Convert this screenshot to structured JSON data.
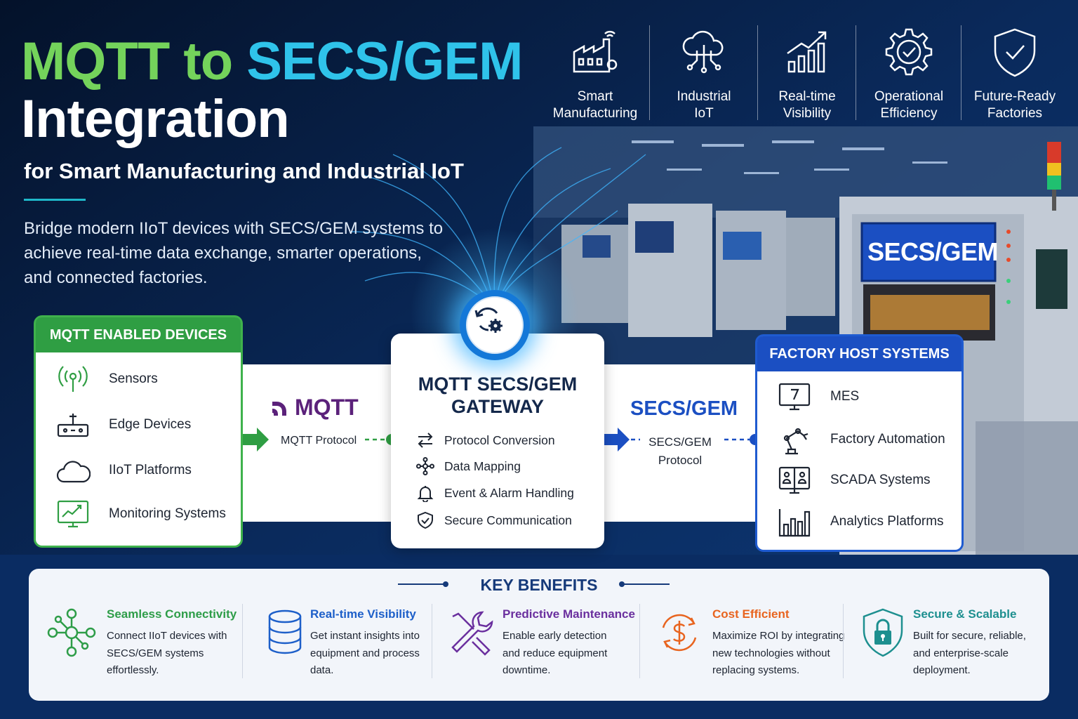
{
  "hero": {
    "title_part1": "MQTT to ",
    "title_part2": "SECS/GEM",
    "title_line2": "Integration",
    "subtitle": "for Smart Manufacturing and Industrial IoT",
    "description": "Bridge modern IIoT devices with SECS/GEM systems to achieve real-time data exchange, smarter operations, and connected factories."
  },
  "features": [
    {
      "label": "Smart\nManufacturing",
      "icon": "factory-icon"
    },
    {
      "label": "Industrial\nIoT",
      "icon": "cloud-network-icon"
    },
    {
      "label": "Real-time\nVisibility",
      "icon": "bar-chart-growth-icon"
    },
    {
      "label": "Operational\nEfficiency",
      "icon": "gear-check-icon"
    },
    {
      "label": "Future-Ready\nFactories",
      "icon": "shield-check-icon"
    }
  ],
  "mqtt_card": {
    "title": "MQTT ENABLED DEVICES",
    "items": [
      {
        "label": "Sensors",
        "icon": "sensor-signal-icon"
      },
      {
        "label": "Edge Devices",
        "icon": "router-icon"
      },
      {
        "label": "IIoT Platforms",
        "icon": "cloud-icon"
      },
      {
        "label": "Monitoring Systems",
        "icon": "monitor-chart-icon"
      }
    ]
  },
  "mqtt_protocol": {
    "logo_text": "MQTT",
    "label": "MQTT Protocol"
  },
  "gateway": {
    "title": "MQTT SECS/GEM\nGATEWAY",
    "items": [
      {
        "label": "Protocol Conversion",
        "icon": "swap-arrows-icon"
      },
      {
        "label": "Data Mapping",
        "icon": "nodes-icon"
      },
      {
        "label": "Event & Alarm Handling",
        "icon": "bell-icon"
      },
      {
        "label": "Secure Communication",
        "icon": "shield-check-icon"
      }
    ]
  },
  "secs_protocol": {
    "logo_text": "SECS/GEM",
    "label": "SECS/GEM\nProtocol"
  },
  "host_card": {
    "title": "FACTORY HOST SYSTEMS",
    "items": [
      {
        "label": "MES",
        "icon": "mes-monitor-icon"
      },
      {
        "label": "Factory Automation",
        "icon": "robot-arm-icon"
      },
      {
        "label": "SCADA Systems",
        "icon": "scada-icon"
      },
      {
        "label": "Analytics Platforms",
        "icon": "bar-chart-icon"
      }
    ]
  },
  "machine": {
    "screen_text": "SECS/GEM"
  },
  "benefits": {
    "title": "KEY BENEFITS",
    "items": [
      {
        "title": "Seamless Connectivity",
        "desc": "Connect IIoT devices with\nSECS/GEM systems\neffortlessly.",
        "color": "#2e9d48",
        "icon": "network-nodes-icon"
      },
      {
        "title": "Real-time Visibility",
        "desc": "Get instant insights into\nequipment and process\ndata.",
        "color": "#1d5fc9",
        "icon": "database-icon"
      },
      {
        "title": "Predictive Maintenance",
        "desc": "Enable early detection\nand reduce equipment\ndowntime.",
        "color": "#6a2f9e",
        "icon": "tools-icon"
      },
      {
        "title": "Cost Efficient",
        "desc": "Maximize ROI by integrating\nnew technologies without\nreplacing systems.",
        "color": "#e8641f",
        "icon": "dollar-cycle-icon"
      },
      {
        "title": "Secure & Scalable",
        "desc": "Built for secure, reliable,\nand enterprise-scale\ndeployment.",
        "color": "#1d8f8f",
        "icon": "shield-lock-icon"
      }
    ]
  }
}
